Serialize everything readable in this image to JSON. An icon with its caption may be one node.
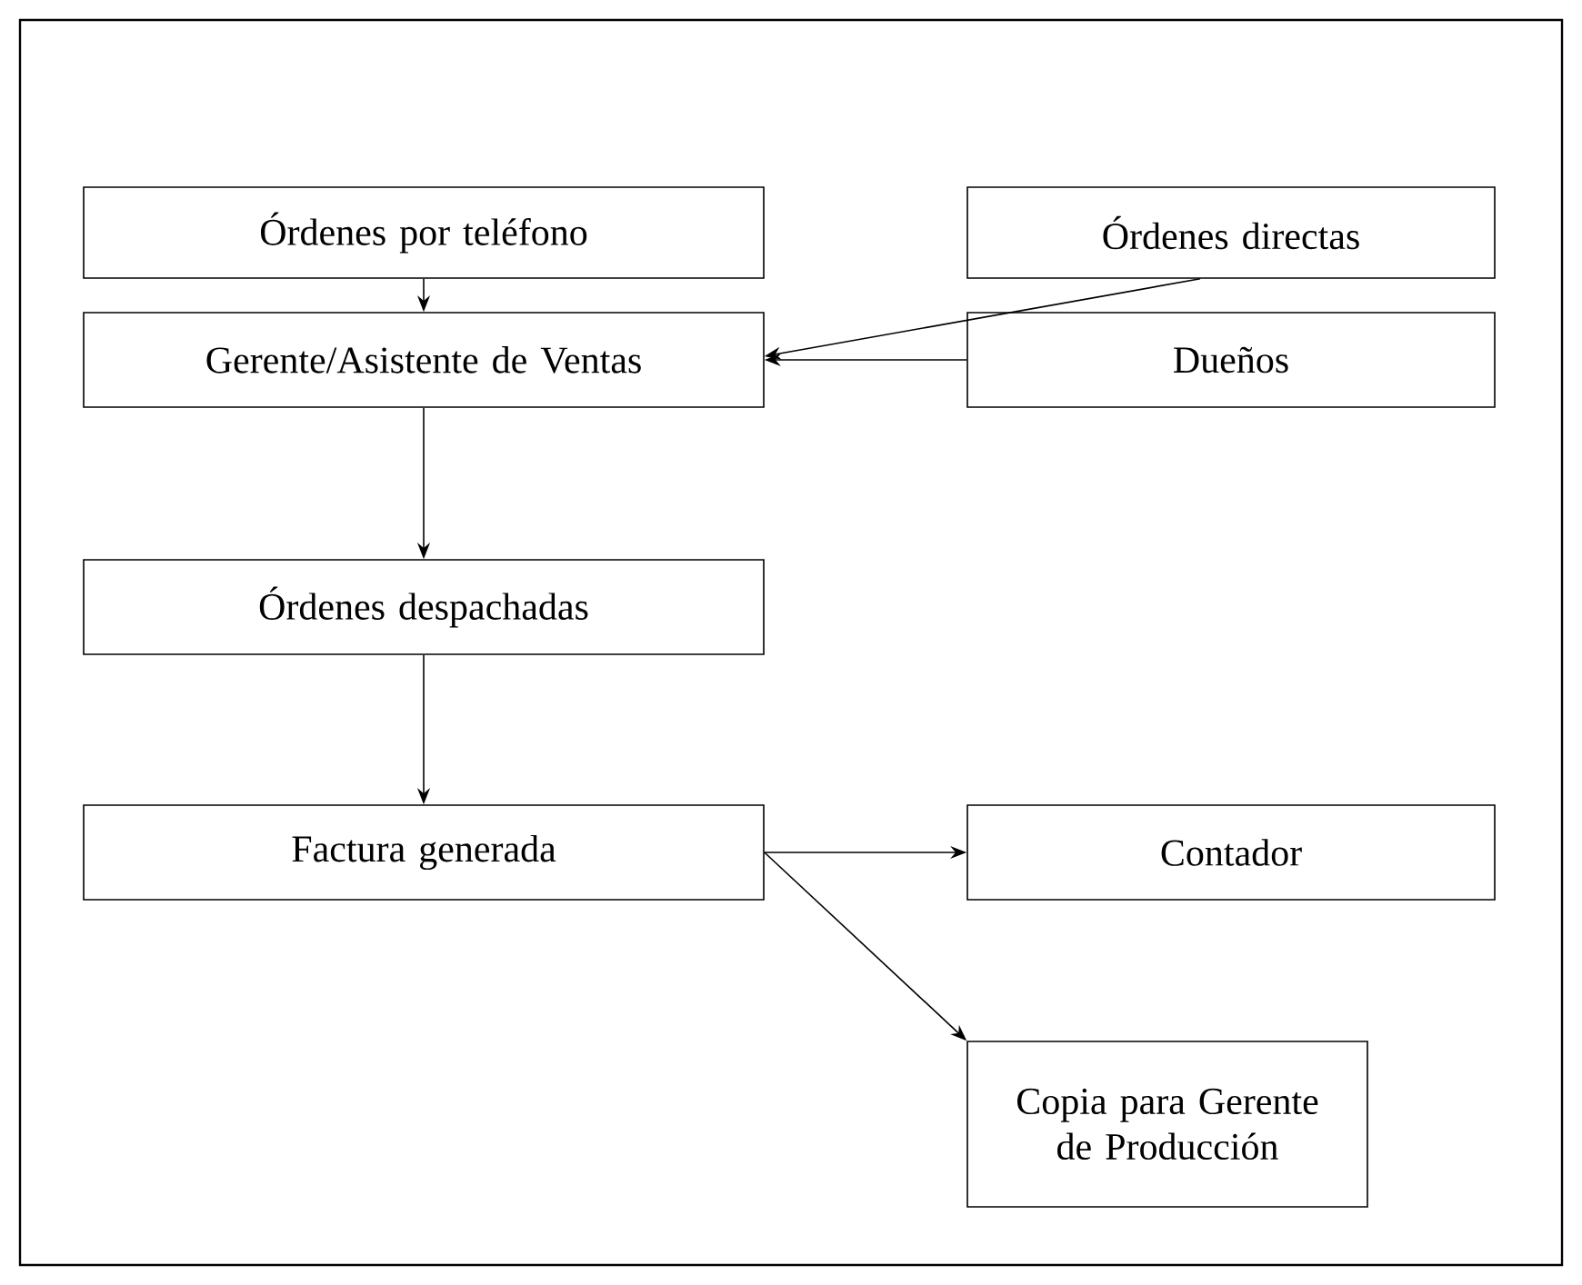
{
  "diagram": {
    "nodes": [
      {
        "text": [
          "Órdenes por teléfono"
        ]
      },
      {
        "text": [
          "Órdenes directas"
        ]
      },
      {
        "text": [
          "Gerente/Asistente de Ventas"
        ]
      },
      {
        "text": [
          "Dueños"
        ]
      },
      {
        "text": [
          "Órdenes despachadas"
        ]
      },
      {
        "text": [
          "Factura generada"
        ]
      },
      {
        "text": [
          "Contador"
        ]
      },
      {
        "text": [
          "Copia para Gerente de Producción"
        ]
      }
    ],
    "edges": [
      {
        "from": 0,
        "to": 2,
        "arrow": "to"
      },
      {
        "from": 1,
        "to": 2,
        "arrow": "to"
      },
      {
        "from": 3,
        "to": 2,
        "arrow": "to"
      },
      {
        "from": 2,
        "to": 4,
        "arrow": "to"
      },
      {
        "from": 4,
        "to": 5,
        "arrow": "to"
      },
      {
        "from": 5,
        "to": 6,
        "arrow": "to"
      },
      {
        "from": 5,
        "to": 7,
        "arrow": "to"
      }
    ]
  }
}
